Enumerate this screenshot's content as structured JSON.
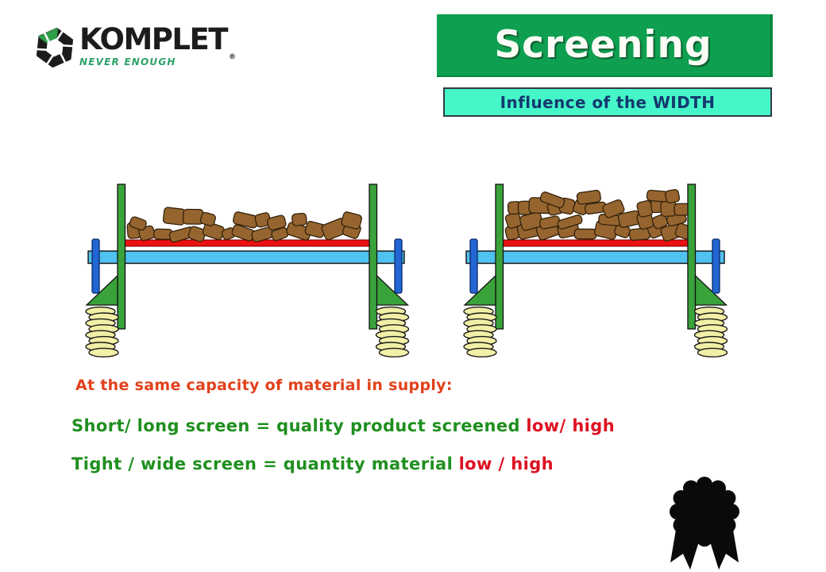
{
  "logo": {
    "brand": "KOMPLET",
    "registered_mark": "®",
    "tagline": "NEVER ENOUGH"
  },
  "header": {
    "title": "Screening",
    "subtitle": "Influence of the WIDTH"
  },
  "statements": {
    "intro": "At the same capacity of material in supply:",
    "line2_green": "Short/ long screen = quality product screened",
    "line2_red": "low/ high",
    "line3_green": "Tight / wide screen = quantity material",
    "line3_red": "low / high"
  },
  "diagrams": [
    {
      "name": "wide-screen-thin-layer",
      "screen_width": "wide",
      "material_pile": "thin"
    },
    {
      "name": "tight-screen-thick-pile",
      "screen_width": "tight",
      "material_pile": "thick"
    }
  ],
  "icons": {
    "logo": "komplet-logo-icon",
    "award": "award-ribbon-icon"
  },
  "colors": {
    "banner_green": "#0ea050",
    "banner_cyan": "#45f6c8",
    "subtitle_navy": "#14386e",
    "intro_orange": "#e2411b",
    "statement_green": "#1f8f1f",
    "statement_red": "#de1020",
    "frame_green": "#3aa23a",
    "beam_blue": "#4fc2ef",
    "bar_blue": "#2166d2",
    "screen_red": "#ec1111",
    "rock_brown": "#96652f",
    "spring_yellow": "#f2efa6",
    "logo_green": "#2f9e49",
    "award_black": "#0a0a0a"
  }
}
